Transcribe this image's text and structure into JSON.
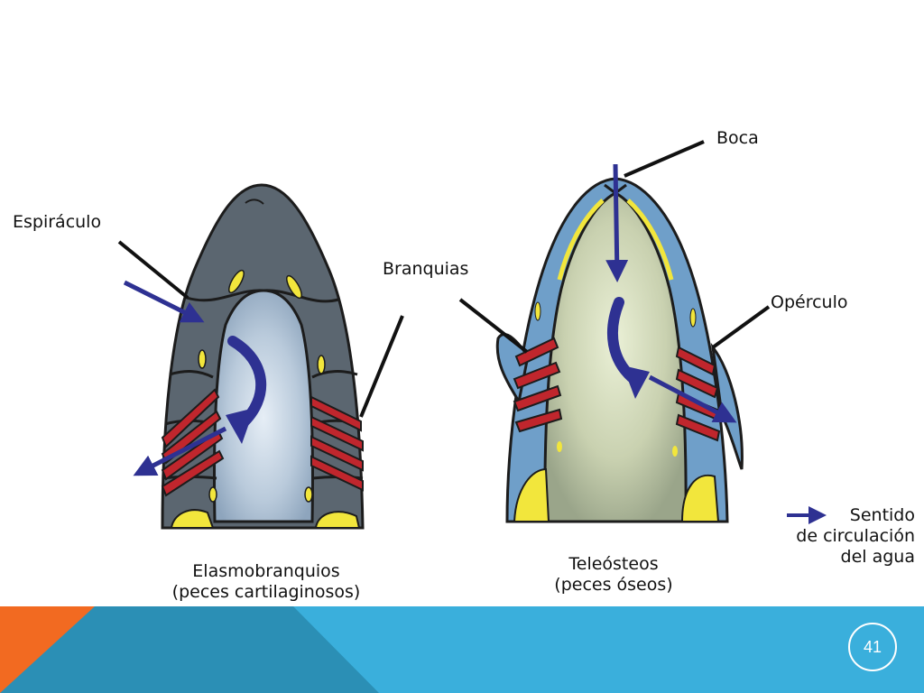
{
  "labels": {
    "espiraculo": "Espiráculo",
    "boca": "Boca",
    "branquias": "Branquias",
    "operculo": "Opérculo"
  },
  "captions": {
    "elasmo_line1": "Elasmobranquios",
    "elasmo_line2": "(peces cartilaginosos)",
    "teleo_line1": "Teleósteos",
    "teleo_line2": "(peces óseos)"
  },
  "legend": {
    "line1": "Sentido",
    "line2": "de circulación",
    "line3": "del agua",
    "arrow_color": "#2e3192"
  },
  "footer": {
    "page_number": "41",
    "colors": {
      "orange": "#f26a21",
      "dark_teal": "#2b8fb5",
      "light_blue": "#3aafdc"
    }
  }
}
